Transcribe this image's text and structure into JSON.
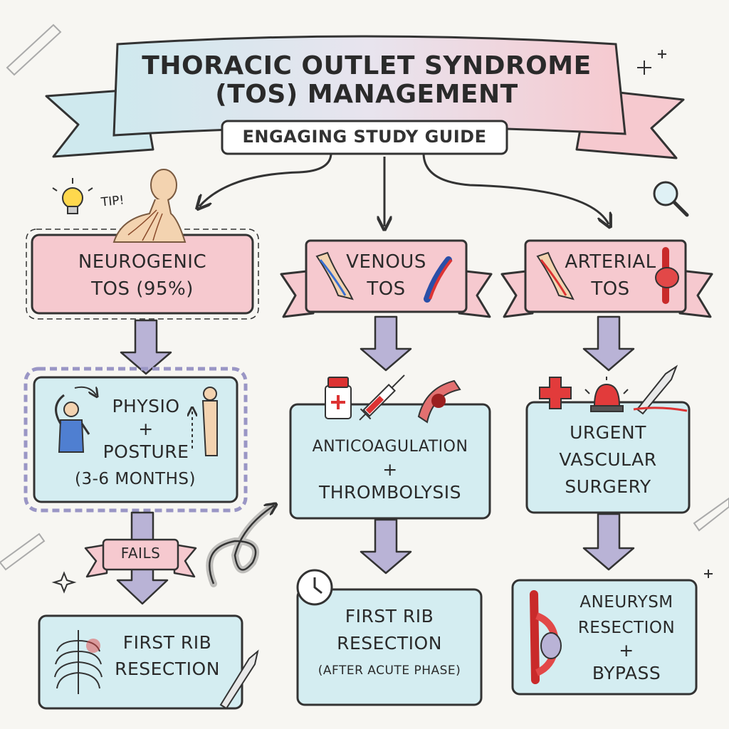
{
  "title": {
    "line1": "Thoracic Outlet Syndrome",
    "line2": "(TOS) Management",
    "subtitle": "Engaging Study Guide"
  },
  "tip_label": "TIP!",
  "columns": {
    "neurogenic": {
      "header_line1": "Neurogenic",
      "header_line2": "TOS (95%)",
      "step1_line1": "Physio",
      "step1_plus": "+",
      "step1_line2": "Posture",
      "step1_line3": "(3-6 Months)",
      "fail_label": "Fails",
      "step2_line1": "First Rib",
      "step2_line2": "Resection"
    },
    "venous": {
      "header_line1": "Venous",
      "header_line2": "TOS",
      "step1_line1": "Anticoagulation",
      "step1_plus": "+",
      "step1_line2": "Thrombolysis",
      "step2_line1": "First Rib",
      "step2_line2": "Resection",
      "step2_line3": "(After Acute Phase)"
    },
    "arterial": {
      "header_line1": "Arterial",
      "header_line2": "TOS",
      "step1_line1": "Urgent",
      "step1_line2": "Vascular",
      "step1_line3": "Surgery",
      "step2_line1": "Aneurysm",
      "step2_line2": "Resection",
      "step2_plus": "+",
      "step2_line3": "Bypass"
    }
  },
  "colors": {
    "pink": "#f6c9cf",
    "blue": "#cfe9ee",
    "arrow_purple": "#b9b3d6",
    "outline": "#333333"
  },
  "icons": [
    "lightbulb-icon",
    "nerve-body-icon",
    "arm-vein-icon",
    "vein-clot-icon",
    "arm-artery-icon",
    "artery-aneurysm-icon",
    "magnifier-icon",
    "stretch-figure-icon",
    "posture-figure-icon",
    "ribcage-icon",
    "scalpel-icon",
    "medicine-bottle-icon",
    "syringe-icon",
    "clot-icon",
    "clock-icon",
    "red-cross-icon",
    "siren-icon",
    "surgery-scalpel-icon",
    "aneurysm-graft-icon",
    "pencil-icon"
  ]
}
